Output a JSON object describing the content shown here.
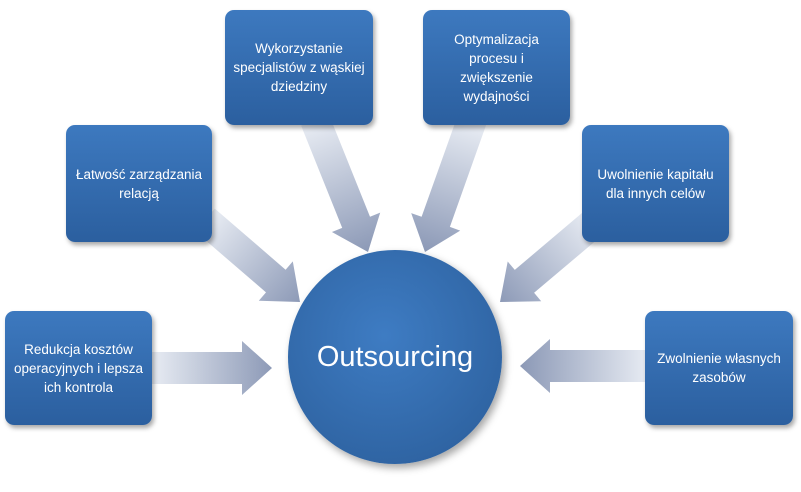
{
  "center": {
    "label": "Outsourcing"
  },
  "nodes": [
    {
      "id": "reduction",
      "label": "Redukcja kosztów operacyjnych i lepsza ich kontrola"
    },
    {
      "id": "management",
      "label": "Łatwość zarządzania relacją"
    },
    {
      "id": "specialists",
      "label": "Wykorzystanie specjalistów z wąskiej dziedziny"
    },
    {
      "id": "optimization",
      "label": "Optymalizacja procesu i zwiększenie wydajności"
    },
    {
      "id": "capital",
      "label": "Uwolnienie kapitału dla innych celów"
    },
    {
      "id": "resources",
      "label": "Zwolnienie własnych zasobów"
    }
  ],
  "colors": {
    "box": "#2f66a8",
    "arrow_start": "#e6eaf2",
    "arrow_end": "#8e9bb8"
  }
}
